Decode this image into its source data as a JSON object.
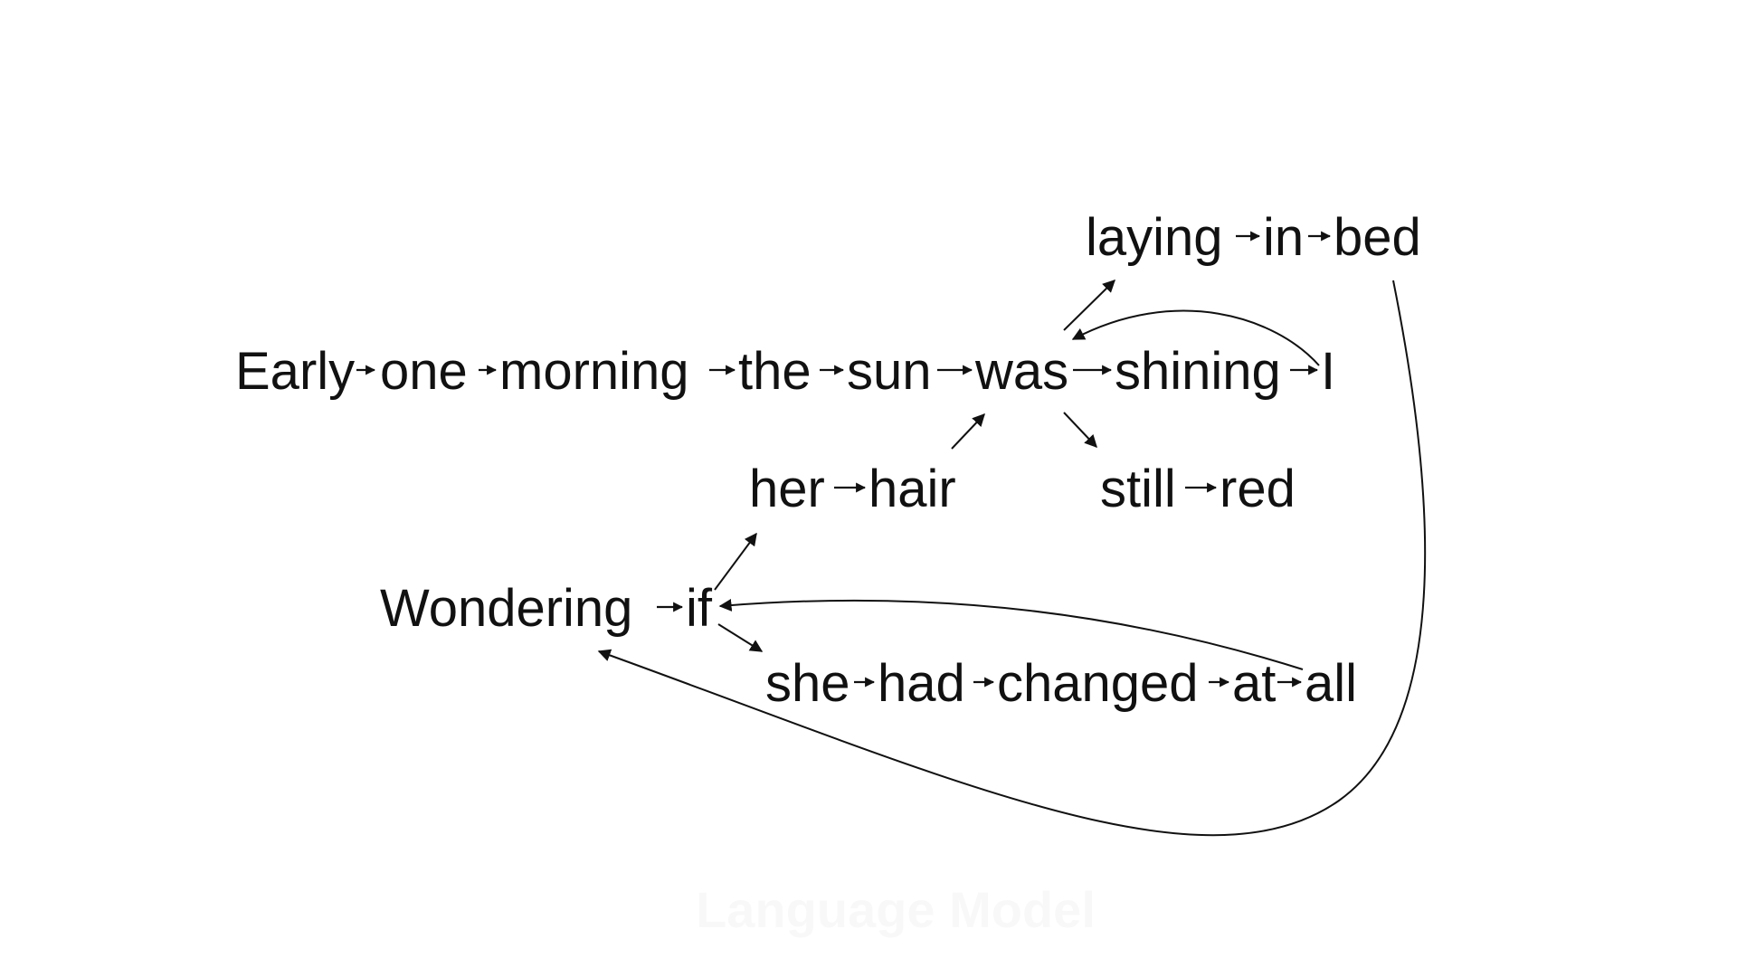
{
  "diagram": {
    "main_sequence": [
      "Early",
      "one",
      "morning",
      "the",
      "sun",
      "was",
      "shining",
      "I"
    ],
    "branch_top": [
      "laying",
      "in",
      "bed"
    ],
    "branch_middle_right": [
      "still",
      "red"
    ],
    "branch_middle_left": [
      "her",
      "hair"
    ],
    "branch_lower": [
      "Wondering",
      "if"
    ],
    "branch_bottom": [
      "she",
      "had",
      "changed",
      "at",
      "all"
    ]
  },
  "watermark": "Language Model",
  "colors": {
    "ink": "#111111",
    "background": "#ffffff"
  }
}
